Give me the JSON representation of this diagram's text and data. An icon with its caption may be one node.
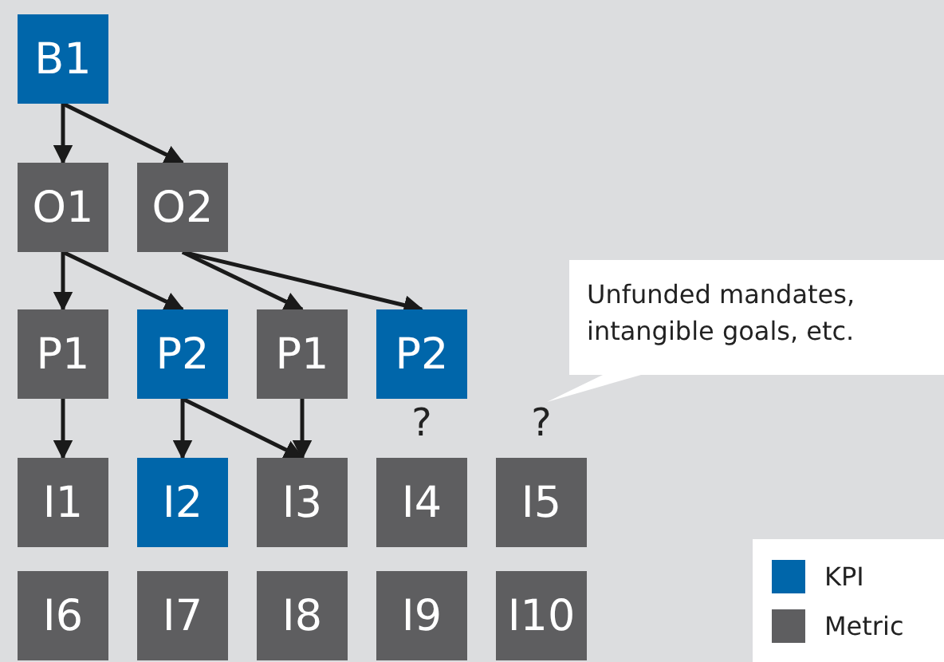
{
  "diagram": {
    "nodes": [
      {
        "text": [
          "B1"
        ]
      },
      {
        "text": [
          "O1"
        ]
      },
      {
        "text": [
          "O2"
        ]
      },
      {
        "text": [
          "P1"
        ]
      },
      {
        "text": [
          "P2"
        ]
      },
      {
        "text": [
          "P1"
        ]
      },
      {
        "text": [
          "P2"
        ]
      },
      {
        "text": [
          "I1"
        ]
      },
      {
        "text": [
          "I2"
        ]
      },
      {
        "text": [
          "I3"
        ]
      },
      {
        "text": [
          "I4"
        ]
      },
      {
        "text": [
          "I5"
        ]
      },
      {
        "text": [
          "I6"
        ]
      },
      {
        "text": [
          "I7"
        ]
      },
      {
        "text": [
          "I8"
        ]
      },
      {
        "text": [
          "I9"
        ]
      },
      {
        "text": [
          "I10"
        ]
      },
      {
        "text": [
          "Unfunded mandates, intangible goals, etc."
        ]
      }
    ],
    "edges": [
      {
        "from": 0,
        "to": 1,
        "arrow": "to"
      },
      {
        "from": 0,
        "to": 2,
        "arrow": "to"
      },
      {
        "from": 1,
        "to": 3,
        "arrow": "to"
      },
      {
        "from": 1,
        "to": 4,
        "arrow": "to"
      },
      {
        "from": 2,
        "to": 5,
        "arrow": "to"
      },
      {
        "from": 2,
        "to": 6,
        "arrow": "to"
      },
      {
        "from": 3,
        "to": 7,
        "arrow": "to"
      },
      {
        "from": 4,
        "to": 8,
        "arrow": "to"
      },
      {
        "from": 4,
        "to": 9,
        "arrow": "to"
      },
      {
        "from": 5,
        "to": 9,
        "arrow": "to"
      }
    ],
    "labels": [
      "?",
      "?"
    ],
    "legend": [
      {
        "text": "KPI",
        "color": "#0066aa"
      },
      {
        "text": "Metric",
        "color": "#5e5e60"
      }
    ]
  }
}
